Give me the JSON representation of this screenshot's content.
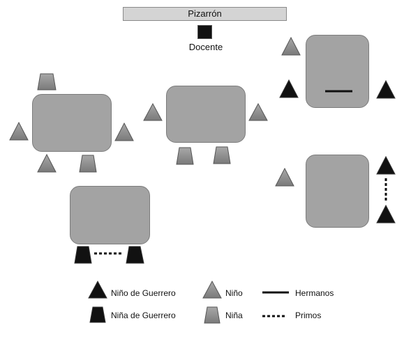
{
  "board": {
    "label": "Pizarrón"
  },
  "teacher": {
    "label": "Docente"
  },
  "legend": {
    "nino_guerrero": "Niño de Guerrero",
    "nina_guerrero": "Niña de Guerrero",
    "nino": "Niño",
    "nina": "Niña",
    "hermanos": "Hermanos",
    "primos": "Primos"
  },
  "colors": {
    "table": "#a3a3a3",
    "student_grey": "#8e8e8e",
    "student_black": "#111111",
    "board": "#d4d4d4"
  }
}
